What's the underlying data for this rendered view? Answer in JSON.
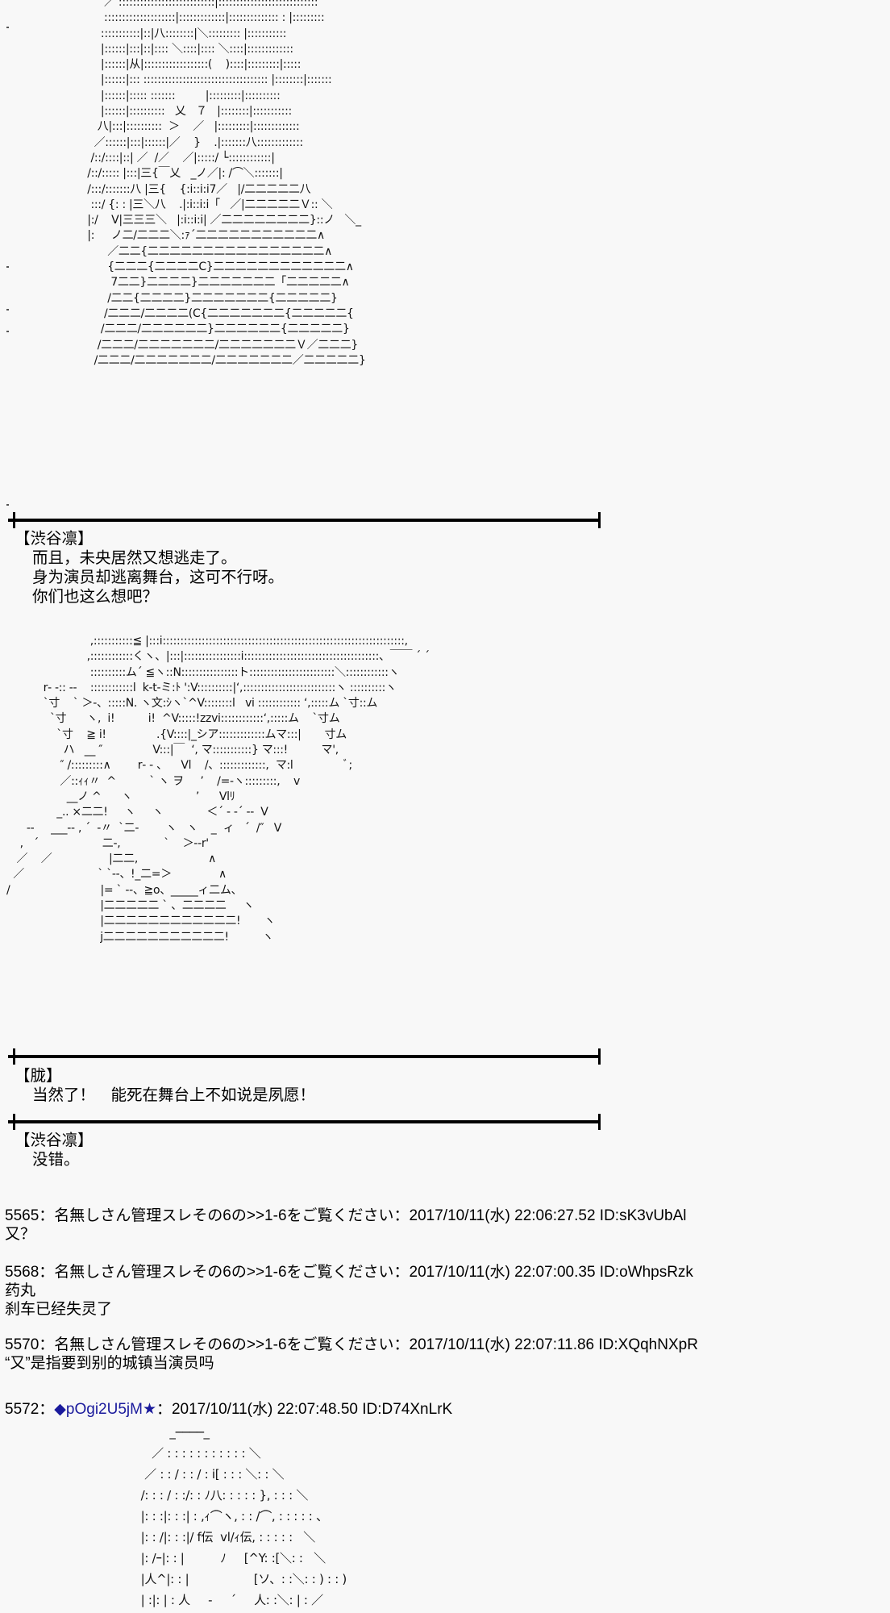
{
  "art_blocks": [
    {
      "id": "rin-art",
      "lines": [
        "       ／ :::::::::::::::::::::::::::|::::::::::::::::::::::::::::",
        "       ::::::::::::::::::::|:::::::::::::|:::::::::::::: : |:::::::::",
        "      :::::::::::|::|八::::::::|＼::::::::: |:::::::::::",
        "      |::::::|:::|::|:::: ＼::::|:::: ＼::::|:::::::::::::",
        "      |::::::|从|::::::::::::::::::(    )::::|:::::::::|:::::",
        "      |::::::|::: ::::::::::::::::::::::::::::::::::: |::::::::|:::::::",
        "      |::::::|::::: :::::::         |:::::::::|::::::::::",
        "      |::::::|::::::::::   乂   ７   |::::::::|:::::::::::",
        "     八|:::|::::::::::  ＞    ／   |:::::::::|:::::::::::::",
        "    ／::::::|:::|::::::|／    }    .|:::::::八:::::::::::::",
        "   /::/::::|::| ／  /／    ／|:::::/ └::::::::::::|",
        "  /::/::::: |:::|三{￣乂   _ノ／|: /⌒＼:::::::|",
        "  /:::/:::::::八 |三{    {:i::i:i7／   |/二二二二二八",
        "   :::/ {: : |三＼八    .|:i::i:i「   ／|二二二二二Ｖ:: ＼",
        "  |:/    V|三三三＼   |:i::i:i| ／二二二二二二二二}::ノ   ＼_",
        "  |:     ノ二/二二二＼:ｧ´二二二二二二二二二二二∧",
        "        ／二二{二二二二二二二二二二二二二二二二∧",
        "        {二二二{二二二二C}二二二二二二二二二二二二∧",
        "         7二二}二二二二}二二二二二二二「二二二二二∧",
        "        /二二{二二二二}二二二二二二二{二二二二二}",
        "       /二二二/二二二二(C{二二二二二二二{二二二二二{",
        "      /二二二/二二二二二二}二二二二二二{二二二二二}",
        "     /二二二/二二二二二二二/二二二二二二二Ｖ／二二二}",
        "    /二二二/二二二二二二二/二二二二二二二／二二二二二}"
      ]
    },
    {
      "id": "oboro-art",
      "lines": [
        "                         ,:::::::::::≦ |:::i::::::::::::::::::::::::::::::::::::::::::::::::::::::::::::::::::::,",
        "                        ,::::::::::::くヽ、|:::|::::::::::::::::i::::::::::::::::::::::::::::::::::::::、￣￣ ´ ´",
        "                         ::::::::::ム´ ≦ヽ::N::::::::::::::::ト::::::::::::::::::::::::＼::::::::::::ヽ",
        "           r‐ ‐:: --    ::::::::::::l  k-t-ミ:ﾄ ':V::::::::::|‘,::::::::::::::::::::::::::ヽ ::::::::::ヽ",
        "           `寸    ` ＞-、:::::N. ヽ文:ｼヽ`^V::::::::l   vi :::::::::::: ‘,:::::ム `寸::ム",
        "             `寸      ヽ,  i!          i!  ^V:::::!zzvi::::::::::::‘,:::::ム    `寸ム",
        "               `寸    ≧ i!               .{V::::|_シア:::::::::::::ムマ:::|       寸ム",
        "                 ハ   __ ″               V:::|￣  ‘, マ:::::::::::} マ:::!          マ',",
        "                ″ /:::::::::∧        r‐ ‐ 、    Vl    /、:::::::::::::,  マ:l               ﾞ;",
        "                ／::ｨｨ〃  ^          ` ヽ ヲ     ’    /=-ヽ:::::::::,    v",
        "                  __ノ ^      ヽ                   ’      Vlﾘ",
        "               _.. ×二二!     ヽ     ヽ             ＜´ ‐ ‐´ ‐-  V",
        "      --     ___-- ‚ ´  ‐〃  `二-        ヽ   ヽ    _  ィ   ´  /″   V",
        "    ,   ´                   二-,             `    ＞--r'",
        "   ／    ／                 |二二,                     ∧",
        "  ／                      ` `‐-、!_二=＞              ∧",
        "/                           |= ` ‐-、≧o、_____ィ二ム、",
        "                            |二二二二二 ` 、二二二二     ヽ",
        "                            |二二二二二二二二二二二二!       ヽ",
        "                            j二二二二二二二二二二二!          ヽ"
      ]
    },
    {
      "id": "bottom-art",
      "lines": [
        "                  _────_",
        "             ／ : : : : : : : : : : : ＼",
        "           ／ : : / : : / : i[ : : : ＼: : ＼",
        "          /: : : / : :/: : ﾉ八: : : : : }, : : : ＼",
        "          |: : :|: : :| : ,ｨ⌒ヽ, : : /⌒, : : : : : 、",
        "          |: : /|: : :|/ f伝  vl/ｨ伝, : : : : :   ＼",
        "          |: /ｰ|: : |          ﾉ     [^Y: :[＼: :   ＼",
        "          |人^|: : |                  [ソ、: :＼: : ) : : )",
        "          | :|: | : 人     -     ´     人: :＼: | : ／"
      ]
    }
  ],
  "dialogues": [
    {
      "speaker": "【渋谷凛】",
      "lines": [
        "而且，未央居然又想逃走了。",
        "身为演员却逃离舞台，这可不行呀。",
        "你们也这么想吧？"
      ]
    },
    {
      "speaker": "【胧】",
      "lines": [
        "当然了！　能死在舞台上不如说是夙愿！"
      ]
    },
    {
      "speaker": "【渋谷凛】",
      "lines": [
        "没错。"
      ]
    }
  ],
  "posts": [
    {
      "number": "5565",
      "sep": "：",
      "name": "名無しさん管理スレその6の>>1-6をご覧ください",
      "date": "：2017/10/11(水) 22:06:27.52 ID:sK3vUbAl",
      "body": [
        "又？"
      ]
    },
    {
      "number": "5568",
      "sep": "：",
      "name": "名無しさん管理スレその6の>>1-6をご覧ください",
      "date": "：2017/10/11(水) 22:07:00.35 ID:oWhpsRzk",
      "body": [
        "药丸",
        "刹车已经失灵了"
      ]
    },
    {
      "number": "5570",
      "sep": "：",
      "name": "名無しさん管理スレその6の>>1-6をご覧ください",
      "date": "：2017/10/11(水) 22:07:11.86 ID:XQqhNXpR",
      "body": [
        "“又”是指要到别的城镇当演员吗"
      ]
    },
    {
      "number": "5572",
      "sep": "：",
      "name": "◆pOgi2U5jM★",
      "date": "：2017/10/11(水) 22:07:48.50 ID:D74XnLrK",
      "body": []
    }
  ],
  "colors": {
    "background": "#f8f8f8",
    "text": "#000000",
    "trip_name": "#1a1a9c"
  }
}
